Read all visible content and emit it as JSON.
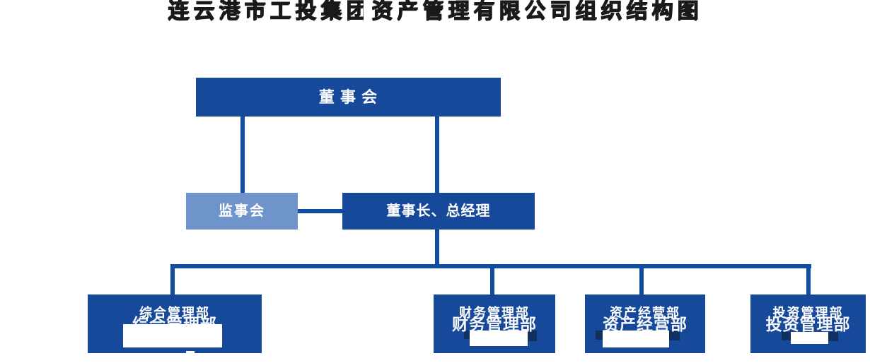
{
  "title": {
    "text": "连云港市工投集团资产管理有限公司组织结构图"
  },
  "colors": {
    "box-blue": "#17499B",
    "box-light-blue": "#6F94CB",
    "line-blue": "#0E4D9F",
    "title-text": "#1A1A1A",
    "node-text": "#FFFFFF",
    "ghost-dark": "#10305F"
  },
  "org": {
    "board": {
      "label": "董 事 会"
    },
    "supervisory": {
      "label": "监事会"
    },
    "chairman": {
      "label": "董事长、总经理"
    },
    "departments": [
      {
        "label": "综合管理部"
      },
      {
        "label": "财务管理部"
      },
      {
        "label": "资产经营部"
      },
      {
        "label": "投资管理部"
      }
    ]
  }
}
